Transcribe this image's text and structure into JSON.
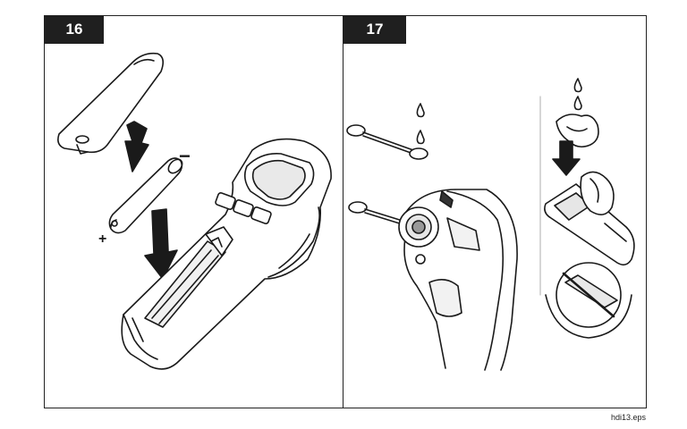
{
  "panels": [
    {
      "step": "16",
      "signs": {
        "minus": "−",
        "plus": "+"
      }
    },
    {
      "step": "17"
    }
  ],
  "figure_id": "hdi13.eps"
}
